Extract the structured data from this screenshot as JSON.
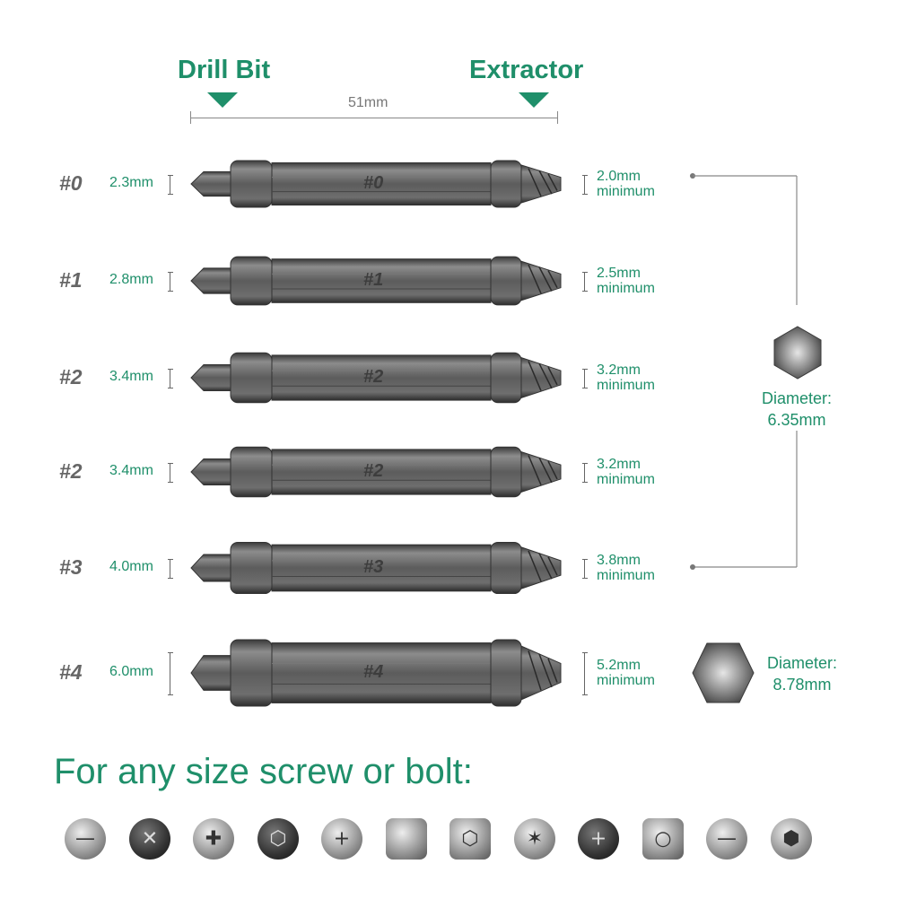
{
  "header": {
    "drill_bit_label": "Drill Bit",
    "extractor_label": "Extractor",
    "length_label": "51mm"
  },
  "bits": [
    {
      "id": "#0",
      "drill_size": "2.3mm",
      "extractor_size": "2.0mm",
      "extractor_note": "minimum"
    },
    {
      "id": "#1",
      "drill_size": "2.8mm",
      "extractor_size": "2.5mm",
      "extractor_note": "minimum"
    },
    {
      "id": "#2",
      "drill_size": "3.4mm",
      "extractor_size": "3.2mm",
      "extractor_note": "minimum"
    },
    {
      "id": "#2",
      "drill_size": "3.4mm",
      "extractor_size": "3.2mm",
      "extractor_note": "minimum"
    },
    {
      "id": "#3",
      "drill_size": "4.0mm",
      "extractor_size": "3.8mm",
      "extractor_note": "minimum"
    },
    {
      "id": "#4",
      "drill_size": "6.0mm",
      "extractor_size": "5.2mm",
      "extractor_note": "minimum"
    }
  ],
  "diameter_small": {
    "line1": "Diameter:",
    "line2": "6.35mm"
  },
  "diameter_large": {
    "line1": "Diameter:",
    "line2": "8.78mm"
  },
  "tagline": "For any size screw or bolt:",
  "screw_heads": [
    "slotted-head-icon",
    "phillips-head-icon",
    "combo-head-icon",
    "hex-socket-head-icon",
    "phillips-round-head-icon",
    "hex-cap-head-icon",
    "hex-nut-head-icon",
    "torx-head-icon",
    "black-phillips-head-icon",
    "nut-icon",
    "slotted-round-head-icon",
    "flanged-hex-head-icon"
  ],
  "colors": {
    "accent": "#1f8f6a",
    "steel": "#5a5a5a"
  }
}
